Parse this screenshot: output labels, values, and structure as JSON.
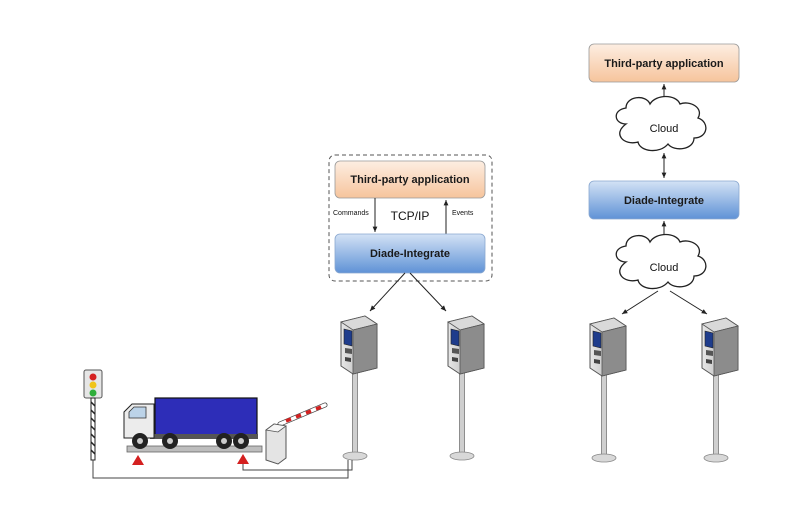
{
  "left_panel": {
    "app_box": {
      "label": "Third-party application"
    },
    "integrate_box": {
      "label": "Diade-Integrate"
    },
    "link_label": "TCP/IP",
    "commands_label": "Commands",
    "events_label": "Events"
  },
  "right_panel": {
    "app_box": {
      "label": "Third-party application"
    },
    "cloud_top": {
      "label": "Cloud"
    },
    "integrate_box": {
      "label": "Diade-Integrate"
    },
    "cloud_bottom": {
      "label": "Cloud"
    }
  },
  "colors": {
    "app_fill_top": "#fde9d9",
    "app_fill_bottom": "#f8c9a3",
    "integrate_fill_top": "#c6d9f1",
    "integrate_fill_bottom": "#6f9fdb",
    "truck_cargo": "#2d2db8",
    "marker_red": "#d42020"
  },
  "icons": [
    "terminal-kiosk-icon",
    "truck-icon",
    "traffic-light-icon",
    "barrier-gate-icon",
    "cloud-icon"
  ]
}
